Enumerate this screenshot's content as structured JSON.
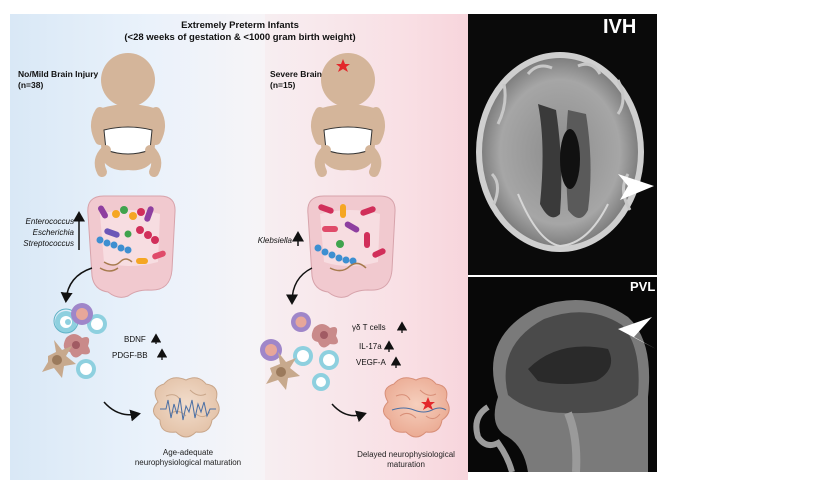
{
  "figure": {
    "title_line1": "Extremely Preterm Infants",
    "title_line2": "(<28 weeks of gestation & <1000 gram birth weight)"
  },
  "groups": {
    "left": {
      "name": "No/Mild Brain Injury",
      "n": "(n=38)",
      "bacteria": [
        "Enterococcus",
        "Escherichia",
        "Streptococcus"
      ],
      "factors": [
        "BDNF",
        "PDGF-BB"
      ],
      "outcome_line1": "Age-adequate",
      "outcome_line2": "neurophysiological maturation"
    },
    "right": {
      "name": "Severe Brain Injury",
      "n": "(n=15)",
      "bacteria": [
        "Klebsiella"
      ],
      "factors": [
        "γδ T cells",
        "IL-17a",
        "VEGF-A"
      ],
      "outcome_line1": "Delayed neurophysiological",
      "outcome_line2": "maturation"
    }
  },
  "mri": {
    "top_label": "IVH",
    "bottom_label": "PVL"
  },
  "colors": {
    "left_bg": "#e3eef9",
    "right_bg": "#f9dfe4",
    "baby_skin": "#d4b59a",
    "gut": "#f1c9cf",
    "injury_star": "#e3262a"
  }
}
